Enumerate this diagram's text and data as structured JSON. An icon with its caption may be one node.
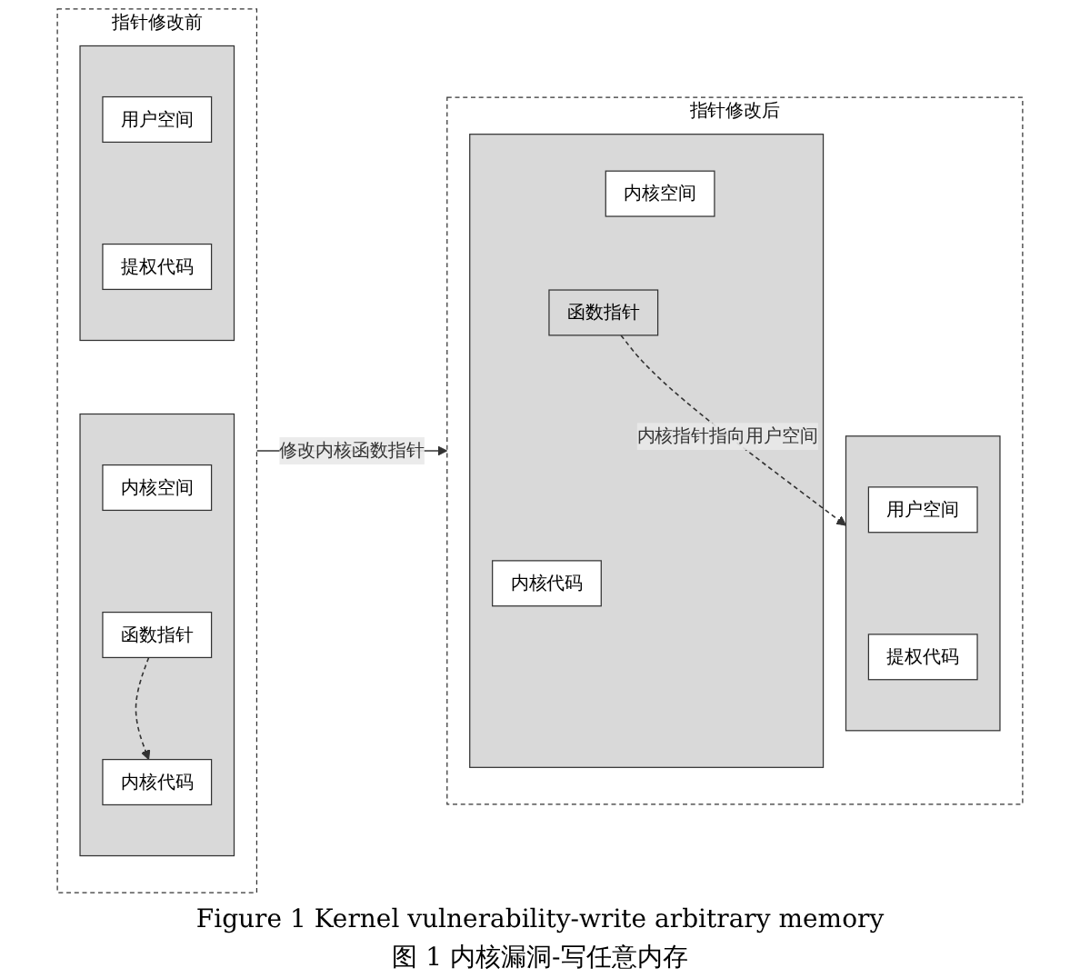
{
  "diagram": {
    "caption": "Figure 1 Kernel vulnerability-write arbitrary memory",
    "nodes": [
      {
        "text": [
          "指针修改前"
        ]
      },
      {
        "text": [],
        "shape": "box",
        "in": 0
      },
      {
        "text": [
          "用户空间"
        ],
        "in": 1
      },
      {
        "text": [
          "提权代码"
        ],
        "in": 1
      },
      {
        "text": [],
        "shape": "box",
        "in": 0
      },
      {
        "text": [
          "内核空间"
        ],
        "in": 4
      },
      {
        "text": [
          "函数指针"
        ],
        "in": 4
      },
      {
        "text": [
          "内核代码"
        ],
        "in": 4
      },
      {
        "text": [
          "指针修改后"
        ]
      },
      {
        "text": [],
        "shape": "box",
        "in": 8
      },
      {
        "text": [
          "用户空间"
        ],
        "in": 9
      },
      {
        "text": [
          "提权代码"
        ],
        "in": 9
      },
      {
        "text": [],
        "shape": "box",
        "in": 8
      },
      {
        "text": [
          "内核空间"
        ],
        "in": 12
      },
      {
        "text": [
          "函数指针"
        ],
        "in": 12
      },
      {
        "text": [
          "内核代码"
        ],
        "in": 12
      }
    ],
    "edges": [
      {
        "from": 6,
        "to": 7,
        "arrow": "to",
        "style": "dashed"
      },
      {
        "from": 0,
        "to": 8,
        "arrow": "to",
        "label": "修改内核函数指针"
      },
      {
        "from": 14,
        "to": 9,
        "arrow": "to",
        "style": "dashed",
        "label": "内核指针指向用户空间"
      }
    ],
    "labels": [
      "图 1 内核漏洞-写任意内存"
    ]
  }
}
